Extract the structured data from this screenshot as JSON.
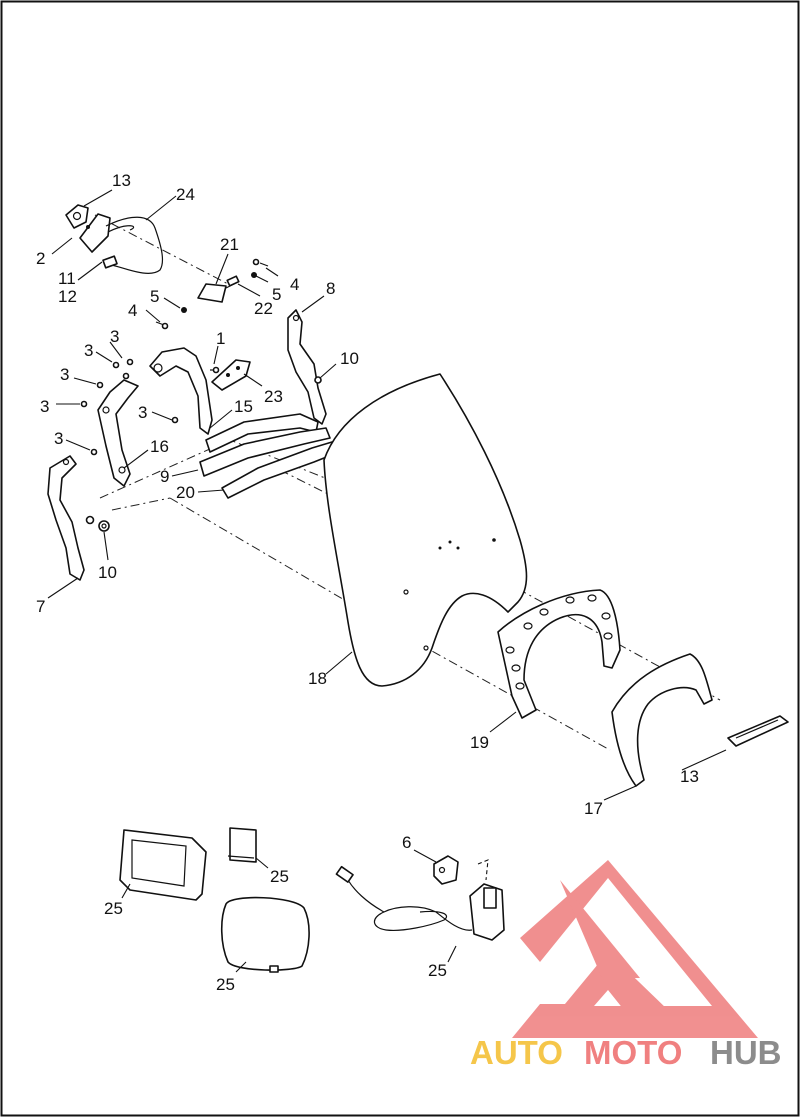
{
  "diagram": {
    "callouts": [
      {
        "id": "c13a",
        "label": "13"
      },
      {
        "id": "c24",
        "label": "24"
      },
      {
        "id": "c2",
        "label": "2"
      },
      {
        "id": "c11",
        "label": "11"
      },
      {
        "id": "c12",
        "label": "12"
      },
      {
        "id": "c21",
        "label": "21"
      },
      {
        "id": "c4a",
        "label": "4"
      },
      {
        "id": "c5a",
        "label": "5"
      },
      {
        "id": "c22",
        "label": "22"
      },
      {
        "id": "c4b",
        "label": "4"
      },
      {
        "id": "c5b",
        "label": "5"
      },
      {
        "id": "c8",
        "label": "8"
      },
      {
        "id": "c3a",
        "label": "3"
      },
      {
        "id": "c3b",
        "label": "3"
      },
      {
        "id": "c1",
        "label": "1"
      },
      {
        "id": "c10a",
        "label": "10"
      },
      {
        "id": "c3c",
        "label": "3"
      },
      {
        "id": "c23",
        "label": "23"
      },
      {
        "id": "c3d",
        "label": "3"
      },
      {
        "id": "c3e",
        "label": "3"
      },
      {
        "id": "c15",
        "label": "15"
      },
      {
        "id": "c3f",
        "label": "3"
      },
      {
        "id": "c16",
        "label": "16"
      },
      {
        "id": "c9",
        "label": "9"
      },
      {
        "id": "c20",
        "label": "20"
      },
      {
        "id": "c10b",
        "label": "10"
      },
      {
        "id": "c7",
        "label": "7"
      },
      {
        "id": "c18",
        "label": "18"
      },
      {
        "id": "c19",
        "label": "19"
      },
      {
        "id": "c13b",
        "label": "13"
      },
      {
        "id": "c17",
        "label": "17"
      },
      {
        "id": "c6",
        "label": "6"
      },
      {
        "id": "c25a",
        "label": "25"
      },
      {
        "id": "c25b",
        "label": "25"
      },
      {
        "id": "c25c",
        "label": "25"
      },
      {
        "id": "c25d",
        "label": "25"
      }
    ]
  },
  "watermark": {
    "word_auto": "AUTO",
    "word_moto": "MOTO",
    "word_hub": "HUB",
    "colors": {
      "auto": "#f5c64a",
      "moto": "#f08080",
      "hub": "#8c8c8c",
      "triangle": "#f08a8a"
    }
  }
}
